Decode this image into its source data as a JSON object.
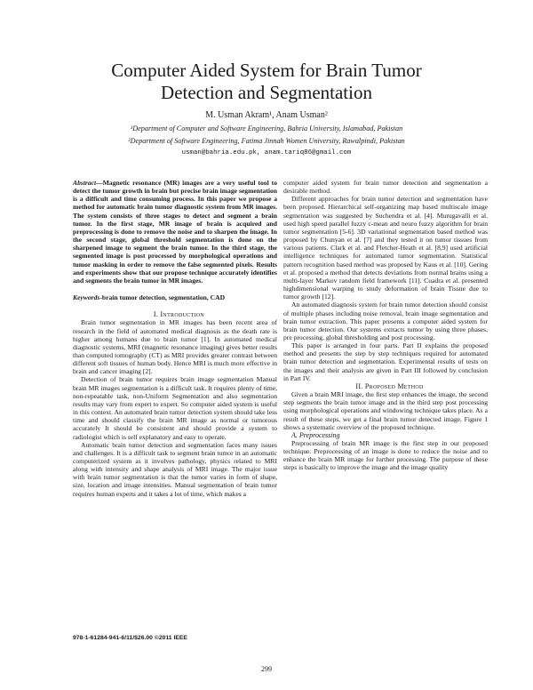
{
  "paper": {
    "title_line1": "Computer Aided System for Brain Tumor",
    "title_line2": "Detection and Segmentation",
    "authors": "M. Usman Akram¹, Anam Usman²",
    "affil1": "¹Department of Computer and Software Engineering, Bahria University, Islamabad, Pakistan",
    "affil2": "²Department of Software Engineering, Fatima Jinnah Women University, Rawalpindi, Pakistan",
    "emails": "usman@bahria.edu.pk, anam.tariq86@gmail.com"
  },
  "abstract": {
    "label": "Abstract",
    "text": "—Magnetic resonance (MR) images are a very useful tool to detect the tumor growth in brain but precise brain image segmentation is a difficult and time consuming process. In this paper we propose a method for automatic brain tumor diagnostic system from MR images. The system consists of three stages to detect and segment a brain tumor. In the first stage, MR image of brain is acquired and preprocessing is done to remove the noise and to sharpen the image. In the second stage, global threshold segmentation is done on the sharpened image to segment the brain tumor. In the third stage, the segmented image is post processed by morphological operations and tumor masking in order to remove the false segmented pixels. Results and experiments show that our propose technique accurately identifies and segments the brain tumor in MR images."
  },
  "keywords": {
    "label": "Keywords",
    "text": "-brain tumor detection, segmentation, CAD"
  },
  "sections": {
    "intro_heading": "I. Introduction",
    "intro_p1": "Brain tumor segmentation in MR images has been recent area of research in the field of automated medical diagnosis as the death rate is higher among humans due to brain tumor [1]. In automated medical diagnostic systems, MRI (magnetic resonance imaging) gives better results than computed tomography (CT) as MRI provides greater contrast between different soft tissues of human body. Hence MRI is much more effective in brain and cancer imaging [2].",
    "intro_p2": "Detection of brain tumor requires brain image segmentation Manual brain MR images segmentation is a difficult task. It requires plenty of time, non-repeatable task, non-Uniform Segmentation and also segmentation results may vary from expert to expert. So computer aided system is useful in this context. An automated brain tumor detection system should take less time and should classify the brain MR image as normal or tumorous accurately It should be consistent and should provide a system to radiologist which is self explanatory and easy to operate.",
    "intro_p3": "Automatic brain tumor detection and segmentation faces many issues and challenges. It is a difficult task to segment brain tumor in an automatic computerized system as it involves pathology, physics related to MRI along with intensity and shape analysis of MRI image. The major issue with brain tumor segmentation is that the tumor varies in form of shape, size, location and image intensities. Manual segmentation of brain tumor requires human experts and it takes a lot of time, which makes a",
    "right_p0": "computer aided system for brain tumor detection and segmentation a desirable method.",
    "right_p1": "Different approaches for brain tumor detection and segmentation have been proposed. Hierarchical self-organizing map based multiscale image segmentation was suggested by Suchendra et al. [4]. Murugavalli et al. used high speed parallel fuzzy c-mean and neuro fuzzy algorithm for brain tumor segmentation [5-6]. 3D variational segmentation based method was proposed by Chunyan et al. [7] and they tested it on tumor tissues from various patients. Clark et al. and Fletcher-Heath et al. [8,9] used artificial intelligence techniques for automated tumor segmentation. Statistical pattern recognition based method was proposed by Kaus et al. [10]. Gering et al. proposed a method that detects deviations from normal brains using a multi-layer Markov random field framework [11]. Cuadra et al. presented highdimensional warping to study deformation of brain Tissue due to tumor growth [12].",
    "right_p2": "An automated diagnosis system for brain tumor detection should consist of multiple phases including noise removal, brain image segmentation and brain tumor extraction. This paper presents a computer aided system for brain tumor detection. Our systems extracts tumor by using three phases, pre processing, global thresholding and post processing.",
    "right_p3": "This paper is arranged in four parts. Part II explains the proposed method and presents the step by step techniques required for automated brain tumor detection and segmentation. Experimental results of tests on the images and their analysis are given in Part III followed by conclusion in Part IV.",
    "method_heading": "II. Proposed Method",
    "method_p1": "Given a brain MRI image, the first step enhances the image, the second step segments the brain tumor image and in the third step post processing using morphological operations and windowing technique takes place. As a result of these steps, we get a final brain tumor detected image. Figure 1 shows a systematic overview of the proposed technique.",
    "preproc_heading": "A. Preprocessing",
    "preproc_p1": "Preprocessing of brain MR image is the first step in our proposed technique. Preprocessing of an image is done to reduce the noise and to enhance the brain MR image for further processing. The purpose of these steps is basically to improve the image and the image quality"
  },
  "footer": {
    "isbn": "978-1-61284-941-6/11/$26.00 ©2011 IEEE",
    "page": "299"
  },
  "colors": {
    "text": "#1a1a1a",
    "citation_underline": "#5a6fa0",
    "background": "#ffffff"
  }
}
